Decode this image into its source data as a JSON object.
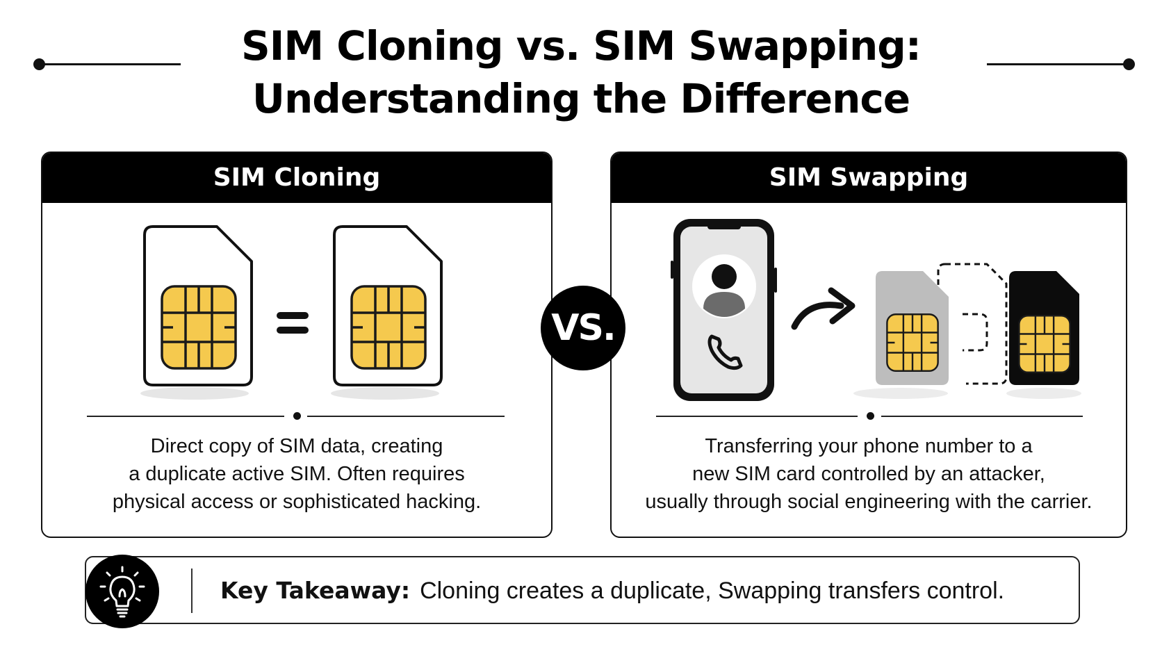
{
  "title": {
    "line1": "SIM Cloning vs. SIM Swapping:",
    "line2": "Understanding the Difference"
  },
  "left_panel": {
    "header": "SIM Cloning",
    "equals_symbol": "=",
    "description": [
      "Direct copy of SIM data, creating",
      "a duplicate active SIM. Often requires",
      "physical access or sophisticated hacking."
    ]
  },
  "vs_label": "VS.",
  "right_panel": {
    "header": "SIM Swapping",
    "description": [
      "Transferring your phone number to a",
      "new SIM card controlled by an attacker,",
      "usually through social engineering with the carrier."
    ]
  },
  "takeaway": {
    "label": "Key Takeaway:",
    "text": "Cloning creates a duplicate, Swapping transfers control."
  },
  "icons": {
    "sim": "sim-card-icon",
    "chip": "sim-chip-icon",
    "phone": "smartphone-icon",
    "user": "user-avatar-icon",
    "call": "phone-call-icon",
    "arrow": "curved-arrow-icon",
    "bulb": "lightbulb-icon"
  },
  "colors": {
    "chip_gold": "#F5C94E",
    "chip_outline": "#1a1a1a",
    "ink": "#111111",
    "grey_sim": "#BDBDBD",
    "phone_screen": "#E6E6E6"
  }
}
